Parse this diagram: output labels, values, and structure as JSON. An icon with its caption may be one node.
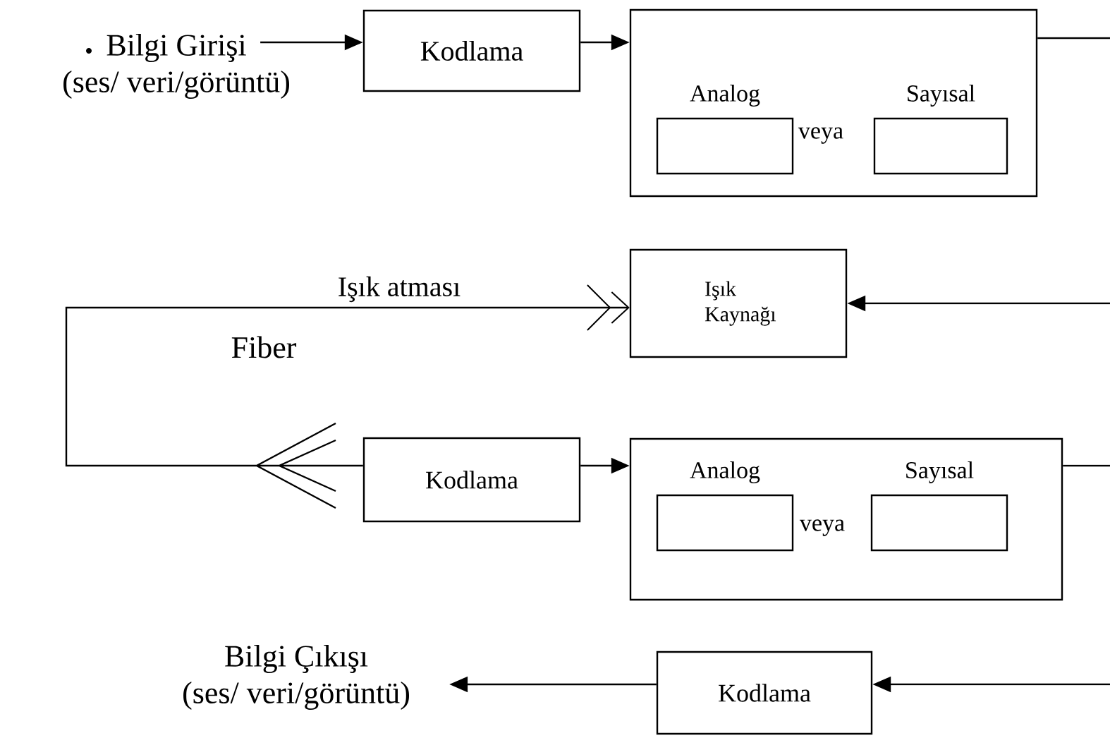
{
  "diagram": {
    "nodes": [
      {
        "text": [
          "Bilgi Girişi",
          "(ses/ veri/görüntü)"
        ]
      },
      {
        "text": [
          "Kodlama"
        ]
      },
      {
        "text": [
          "veya"
        ]
      },
      {
        "text": [
          "Analog"
        ],
        "in": 2
      },
      {
        "text": [
          "Sayısal"
        ],
        "in": 2
      },
      {
        "text": [
          "Işık Kaynağı"
        ]
      },
      {
        "text": [
          "Kodlama"
        ]
      },
      {
        "text": [
          "veya"
        ]
      },
      {
        "text": [
          "Analog"
        ],
        "in": 7
      },
      {
        "text": [
          "Sayısal"
        ],
        "in": 7
      },
      {
        "text": [
          "Bilgi Çıkışı",
          "(ses/ veri/görüntü)"
        ]
      },
      {
        "text": [
          "Kodlama"
        ]
      }
    ],
    "edges": [
      {
        "from": 0,
        "to": 1,
        "arrow": "to"
      },
      {
        "from": 1,
        "to": 2,
        "arrow": "to"
      },
      {
        "from": 2,
        "to": null,
        "arrow": "none"
      },
      {
        "from": null,
        "to": 5,
        "arrow": "to"
      },
      {
        "from": 6,
        "to": 5,
        "arrow": "to",
        "label": "Işık atması"
      },
      {
        "from": 6,
        "to": 7,
        "arrow": "to"
      },
      {
        "from": 7,
        "to": null,
        "arrow": "none"
      },
      {
        "from": null,
        "to": 11,
        "arrow": "to"
      },
      {
        "from": 11,
        "to": 10,
        "arrow": "to"
      }
    ],
    "labels": [
      "Fiber"
    ]
  }
}
